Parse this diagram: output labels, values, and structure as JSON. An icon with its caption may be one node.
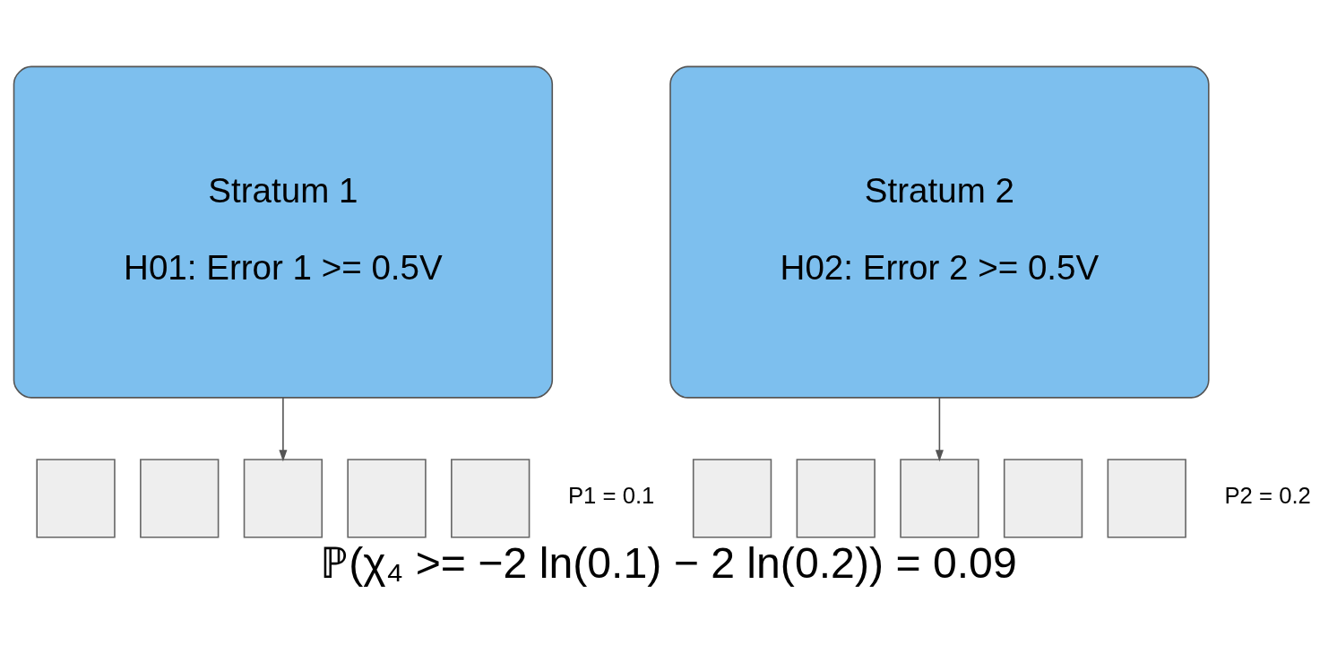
{
  "diagram": {
    "caption": "ℙ(χ₄ >= −2 ln(0.1) − 2 ln(0.2)) = 0.09",
    "nodes": [
      {
        "text": [
          "Stratum 1",
          "H01: Error 1 >= 0.5V"
        ]
      },
      {
        "text": [],
        "shape": "box"
      },
      {
        "text": [],
        "shape": "box"
      },
      {
        "text": [],
        "shape": "box"
      },
      {
        "text": [],
        "shape": "box"
      },
      {
        "text": [],
        "shape": "box"
      },
      {
        "text": [
          "Stratum 2",
          "H02: Error 2 >= 0.5V"
        ]
      },
      {
        "text": [],
        "shape": "box"
      },
      {
        "text": [],
        "shape": "box"
      },
      {
        "text": [],
        "shape": "box"
      },
      {
        "text": [],
        "shape": "box"
      },
      {
        "text": [],
        "shape": "box"
      }
    ],
    "edges": [
      {
        "from": 0,
        "to": 3,
        "arrow": "to"
      },
      {
        "from": 6,
        "to": 9,
        "arrow": "to"
      }
    ],
    "labels": [
      "P1 = 0.1",
      "P2 = 0.2"
    ]
  }
}
